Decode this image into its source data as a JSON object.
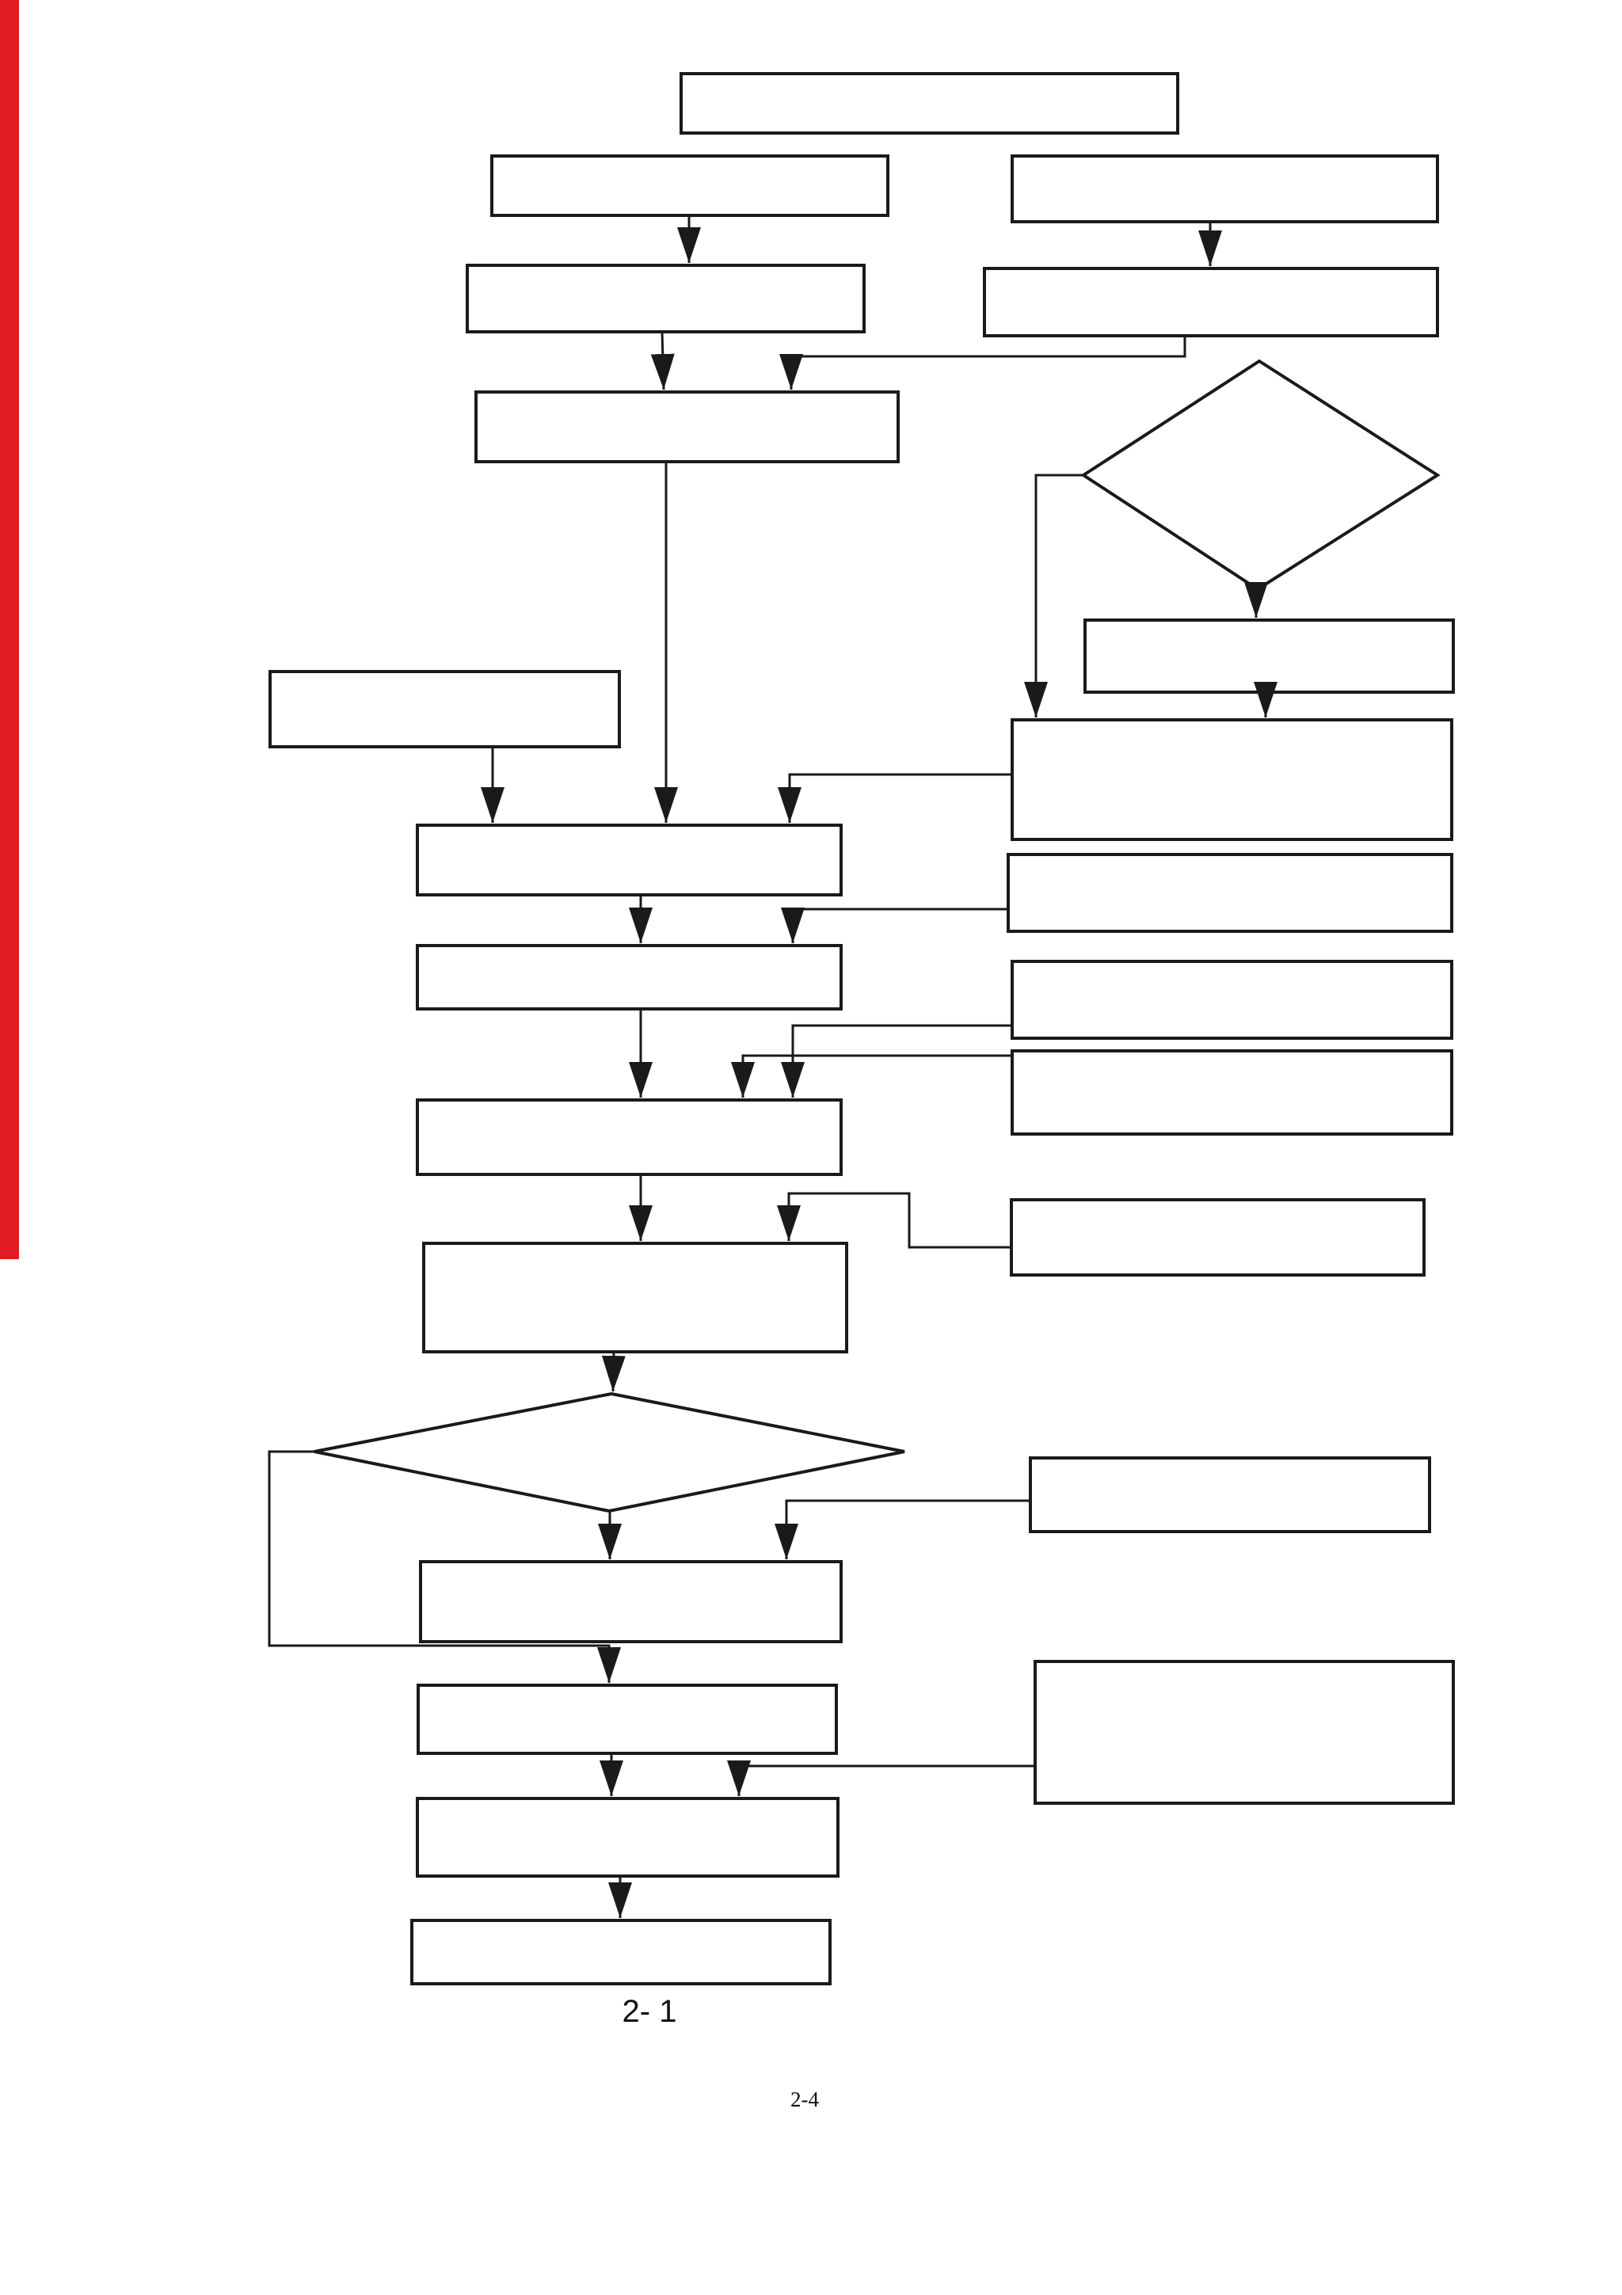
{
  "page": {
    "caption": "2- 1",
    "page_number": "2-4"
  },
  "colors": {
    "stroke": "#1a1a1a",
    "stripe": "#e01b24",
    "page_bg": "#ffffff"
  },
  "diagram": {
    "description": "Flowchart of empty process boxes and decision diamonds; all node labels are blank in the scan",
    "nodes": [
      {
        "id": "title-box",
        "shape": "rect",
        "label": ""
      },
      {
        "id": "left-branch-box-1",
        "shape": "rect",
        "label": ""
      },
      {
        "id": "right-branch-box-1",
        "shape": "rect",
        "label": ""
      },
      {
        "id": "left-branch-box-2",
        "shape": "rect",
        "label": ""
      },
      {
        "id": "right-branch-box-2",
        "shape": "rect",
        "label": ""
      },
      {
        "id": "left-branch-box-3",
        "shape": "rect",
        "label": ""
      },
      {
        "id": "decision-1",
        "shape": "diamond",
        "label": ""
      },
      {
        "id": "side-box-r1",
        "shape": "rect",
        "label": ""
      },
      {
        "id": "side-box-r2-tall",
        "shape": "rect",
        "label": ""
      },
      {
        "id": "input-box-left",
        "shape": "rect",
        "label": ""
      },
      {
        "id": "main-box-1",
        "shape": "rect",
        "label": ""
      },
      {
        "id": "side-box-r3",
        "shape": "rect",
        "label": ""
      },
      {
        "id": "main-box-2",
        "shape": "rect",
        "label": ""
      },
      {
        "id": "side-box-r4",
        "shape": "rect",
        "label": ""
      },
      {
        "id": "side-box-r5",
        "shape": "rect",
        "label": ""
      },
      {
        "id": "main-box-3",
        "shape": "rect",
        "label": ""
      },
      {
        "id": "side-box-r6",
        "shape": "rect",
        "label": ""
      },
      {
        "id": "main-box-4",
        "shape": "rect",
        "label": ""
      },
      {
        "id": "decision-2",
        "shape": "diamond",
        "label": ""
      },
      {
        "id": "side-box-r7",
        "shape": "rect",
        "label": ""
      },
      {
        "id": "main-box-5",
        "shape": "rect",
        "label": ""
      },
      {
        "id": "main-box-6",
        "shape": "rect",
        "label": ""
      },
      {
        "id": "side-box-r8",
        "shape": "rect",
        "label": ""
      },
      {
        "id": "main-box-7",
        "shape": "rect",
        "label": ""
      },
      {
        "id": "main-box-8",
        "shape": "rect",
        "label": ""
      }
    ],
    "edges": [
      {
        "from": "left-branch-box-1",
        "to": "left-branch-box-2"
      },
      {
        "from": "right-branch-box-1",
        "to": "right-branch-box-2"
      },
      {
        "from": "left-branch-box-2",
        "to": "left-branch-box-3"
      },
      {
        "from": "right-branch-box-2",
        "to": "left-branch-box-3"
      },
      {
        "from": "decision-1",
        "to": "side-box-r2-tall"
      },
      {
        "from": "decision-1",
        "to": "side-box-r1"
      },
      {
        "from": "side-box-r1",
        "to": "side-box-r2-tall"
      },
      {
        "from": "left-branch-box-3",
        "to": "main-box-1"
      },
      {
        "from": "input-box-left",
        "to": "main-box-1"
      },
      {
        "from": "side-box-r2-tall",
        "to": "main-box-1"
      },
      {
        "from": "main-box-1",
        "to": "main-box-2"
      },
      {
        "from": "side-box-r3",
        "to": "main-box-2"
      },
      {
        "from": "main-box-2",
        "to": "main-box-3"
      },
      {
        "from": "side-box-r4",
        "to": "main-box-3"
      },
      {
        "from": "side-box-r5",
        "to": "main-box-3"
      },
      {
        "from": "main-box-3",
        "to": "main-box-4"
      },
      {
        "from": "side-box-r6",
        "to": "main-box-4"
      },
      {
        "from": "main-box-4",
        "to": "decision-2"
      },
      {
        "from": "decision-2",
        "to": "main-box-5"
      },
      {
        "from": "side-box-r7",
        "to": "main-box-5"
      },
      {
        "from": "decision-2",
        "to": "main-box-6"
      },
      {
        "from": "side-box-r8",
        "to": "main-box-7"
      },
      {
        "from": "main-box-6",
        "to": "main-box-7"
      },
      {
        "from": "main-box-7",
        "to": "main-box-8"
      }
    ]
  }
}
